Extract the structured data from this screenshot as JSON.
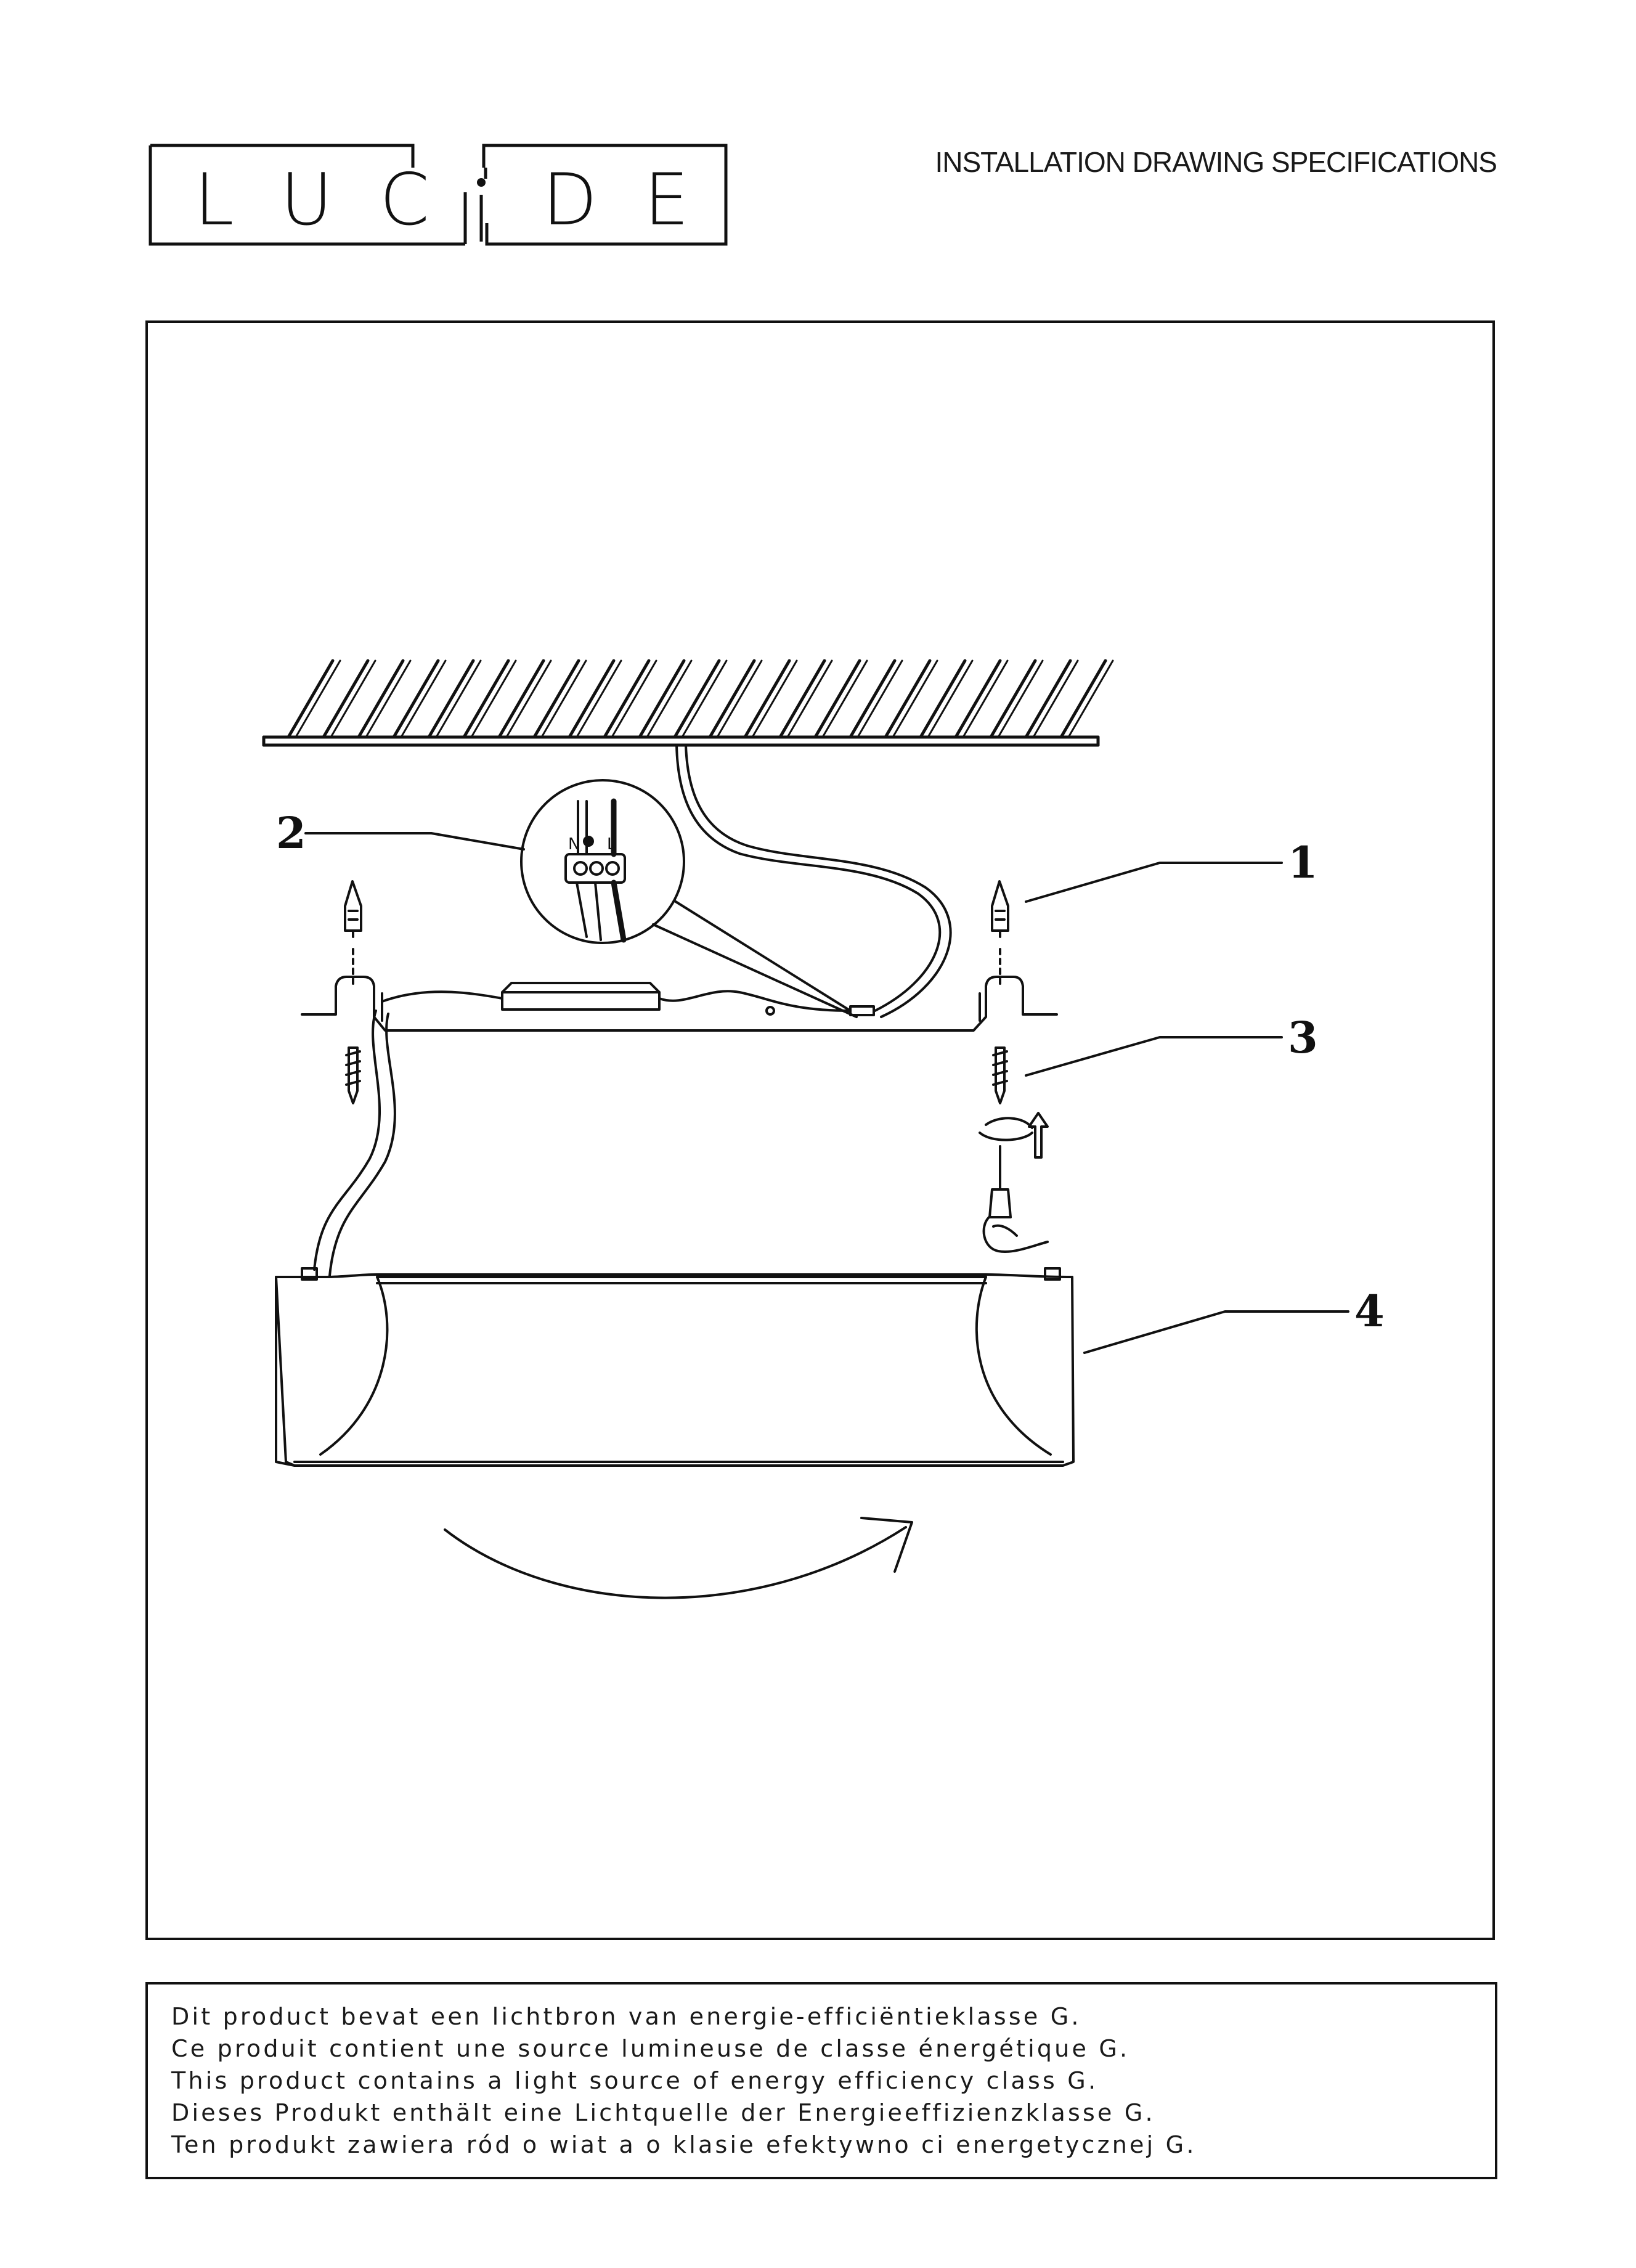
{
  "header": {
    "brand": "LUCIDE",
    "logo_letters": [
      "L",
      "U",
      "C",
      "I",
      "D",
      "E"
    ],
    "document_title": "INSTALLATION DRAWING SPECIFICATIONS"
  },
  "drawing": {
    "callouts": [
      "1",
      "2",
      "3",
      "4"
    ],
    "terminal_labels": [
      "N",
      "L"
    ],
    "parts_icons": [
      "ceiling-icon",
      "wall-plug-icon",
      "screw-icon",
      "mounting-bracket-icon",
      "driver-box-icon",
      "terminal-block-icon",
      "lamp-body-icon",
      "rotation-arrow-icon",
      "screwdriver-hand-icon"
    ]
  },
  "notice": {
    "lines": [
      "Dit product bevat een lichtbron van energie-efficiëntieklasse G.",
      "Ce produit contient une source lumineuse de classe énergétique G.",
      "This product contains a light source of energy efficiency class G.",
      "Dieses Produkt enthält eine Lichtquelle der Energieeffizienzklasse G.",
      "Ten produkt zawiera ród o wiat a o klasie efektywno ci energetycznej G."
    ]
  }
}
